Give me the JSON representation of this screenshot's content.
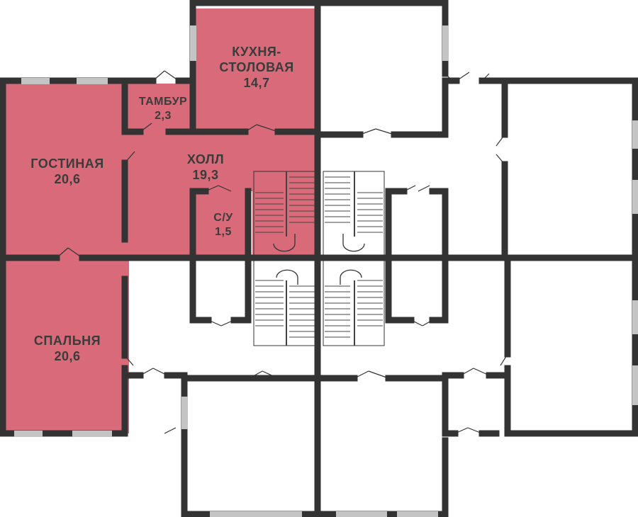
{
  "colors": {
    "highlight": "#d96a79",
    "wall": "#333333",
    "window": "#c4c4c4",
    "background": "#ffffff",
    "label": "#3b3b3b"
  },
  "rooms": {
    "kitchen": {
      "name_line1": "КУХНЯ-",
      "name_line2": "СТОЛОВАЯ",
      "area": "14,7"
    },
    "vestibule": {
      "name": "ТАМБУР",
      "area": "2,3"
    },
    "living": {
      "name": "ГОСТИНАЯ",
      "area": "20,6"
    },
    "hall": {
      "name": "ХОЛЛ",
      "area": "19,3"
    },
    "bathroom": {
      "name": "С/У",
      "area": "1,5"
    },
    "bedroom": {
      "name": "СПАЛЬНЯ",
      "area": "20,6"
    }
  },
  "icons": [
    "stair-arrow-icon",
    "door-swing-icon",
    "window-icon"
  ]
}
